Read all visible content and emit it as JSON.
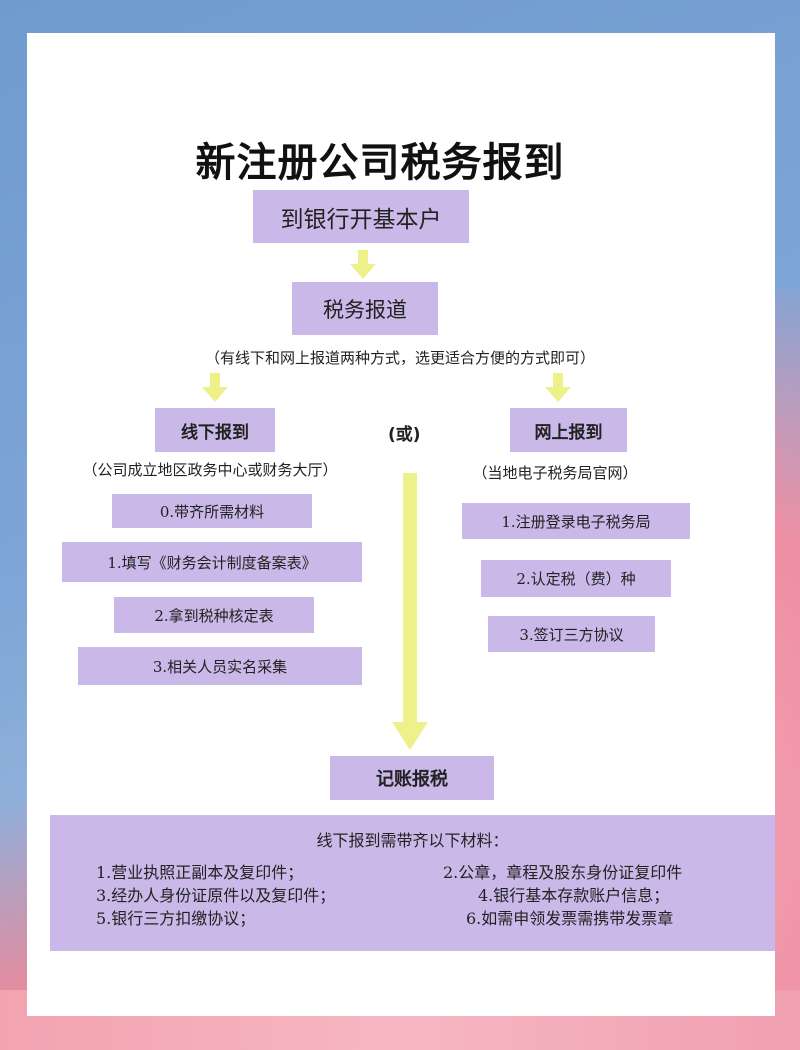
{
  "title": "新注册公司税务报到",
  "flow": {
    "step_bank": "到银行开基本户",
    "step_tax": "税务报道",
    "tax_note": "（有线下和网上报道两种方式，选更适合方便的方式即可）",
    "or_label": "(或)",
    "offline": {
      "label": "线下报到",
      "note": "（公司成立地区政务中心或财务大厅）",
      "items": [
        "0.带齐所需材料",
        "1.填写《财务会计制度备案表》",
        "2.拿到税种核定表",
        "3.相关人员实名采集"
      ]
    },
    "online": {
      "label": "网上报到",
      "note": "（当地电子税务局官网）",
      "items": [
        "1.注册登录电子税务局",
        "2.认定税（费）种",
        "3.签订三方协议"
      ]
    },
    "final_step": "记账报税"
  },
  "materials": {
    "heading": "线下报到需带齐以下材料：",
    "items": [
      "1.营业执照正副本及复印件；",
      "2.公章，章程及股东身份证复印件",
      "3.经办人身份证原件以及复印件；",
      "4.银行基本存款账户信息；",
      "5.银行三方扣缴协议；",
      "6.如需申领发票需携带发票章"
    ]
  },
  "colors": {
    "box_fill": "#c9b8e8",
    "arrow": "#eef08a",
    "background_blue": "#7ea6d6",
    "background_pink": "#ee8ea2"
  }
}
